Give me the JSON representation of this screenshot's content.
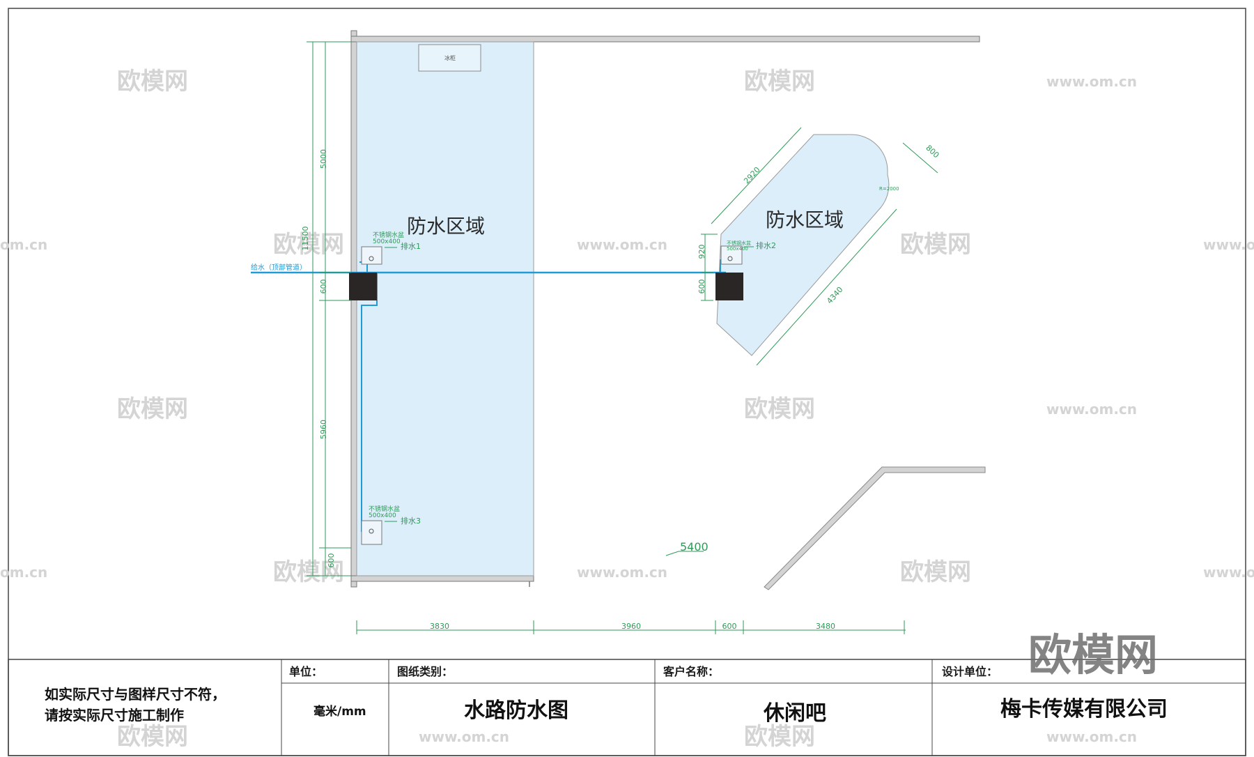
{
  "drawing": {
    "zone_left_label": "防水区域",
    "zone_right_label": "防水区域",
    "fridge_label": "冰柜",
    "supply_label": "给水（顶部管道）",
    "sink_spec_label": "不锈钢水盆",
    "sink_size_label": "500x400",
    "drain_1": "排水1",
    "drain_2": "排水2",
    "drain_3": "排水3",
    "radius_label": "R=2000",
    "dims": {
      "left_total": "11500",
      "left_upper": "5000",
      "left_mid": "600",
      "left_lower": "5960",
      "left_bottom": "600",
      "right_920": "920",
      "right_600": "600",
      "diag_2920": "2920",
      "diag_800": "800",
      "diag_4340": "4340",
      "bottom_3830": "3830",
      "bottom_3960": "3960",
      "bottom_600": "600",
      "bottom_3480": "3480",
      "width_5400": "5400"
    }
  },
  "watermarks": {
    "cn": "欧模网",
    "url": "www.om.cn",
    "url_edge": "om.cn",
    "logo": "欧模网"
  },
  "title_block": {
    "note_line1": "如实际尺寸与图样尺寸不符，",
    "note_line2": "请按实际尺寸施工制作",
    "unit_header": "单位：",
    "unit_value": "毫米/mm",
    "type_header": "图纸类别：",
    "type_value": "水路防水图",
    "client_header": "客户名称：",
    "client_value": "休闲吧",
    "designer_header": "设计单位：",
    "designer_value": "梅卡传媒有限公司"
  },
  "colors": {
    "waterproof_fill": "#dbeefa",
    "pipe": "#1f9bd6",
    "dimension": "#2e9a57",
    "wall": "#c8c8c8",
    "floor_drain": "#2b2626"
  }
}
